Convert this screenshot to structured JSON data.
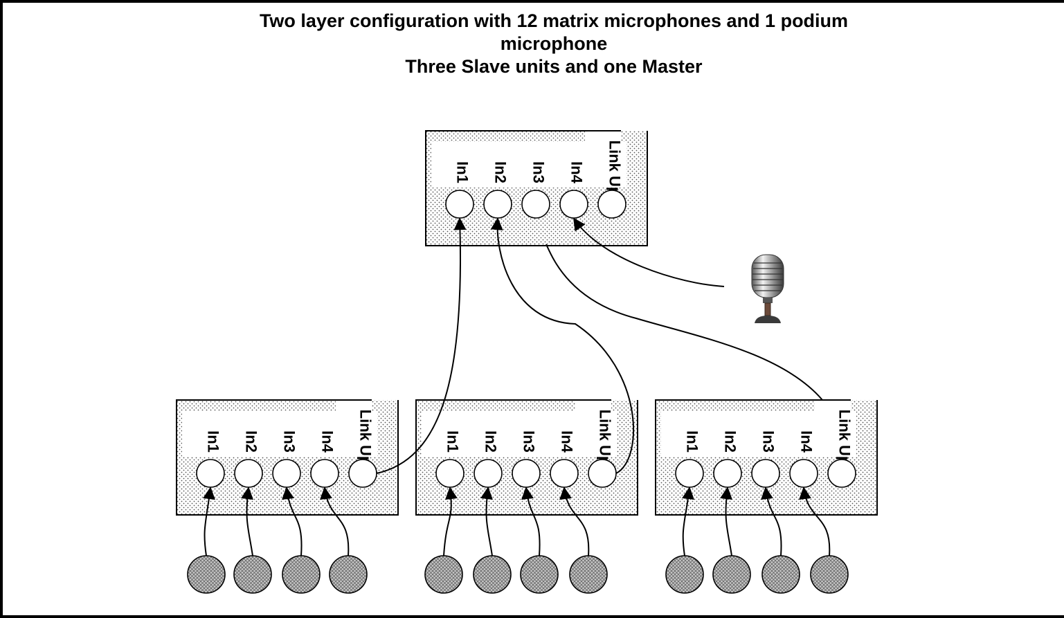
{
  "title": {
    "line1": "Two layer configuration with 12 matrix microphones and 1 podium",
    "line2": "microphone",
    "line3": "Three Slave units and one Master"
  },
  "ports": [
    "In1",
    "In2",
    "In3",
    "In4",
    "Link Up"
  ],
  "units": [
    {
      "role": "master"
    },
    {
      "role": "slave"
    },
    {
      "role": "slave"
    },
    {
      "role": "slave"
    }
  ],
  "icons": {
    "podium_microphone": "microphone-icon",
    "matrix_microphone": "matrix-microphone-icon"
  },
  "connections": [
    {
      "from": "slave 1 Link Up",
      "to": "master In1"
    },
    {
      "from": "slave 2 Link Up",
      "to": "master In2"
    },
    {
      "from": "slave 3 Link Up",
      "to": "master In3"
    },
    {
      "from": "podium microphone",
      "to": "master In4"
    }
  ],
  "colors": {
    "line": "#000000",
    "background": "#ffffff",
    "dots": "#555555",
    "mic_fill": "#bdbdbd"
  }
}
